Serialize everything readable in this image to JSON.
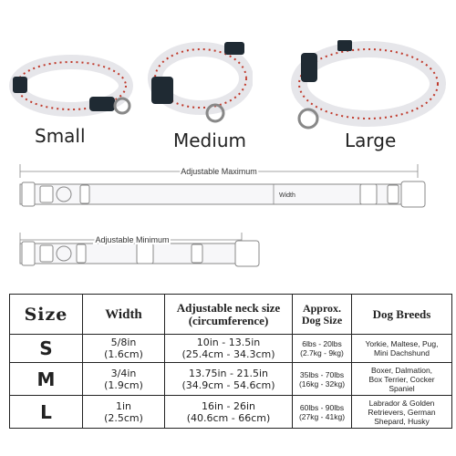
{
  "sizes": [
    {
      "label": "Small"
    },
    {
      "label": "Medium"
    },
    {
      "label": "Large"
    }
  ],
  "diagram": {
    "max_label": "Adjustable Maximum",
    "min_label": "Adjustable Minimum",
    "width_label": "Width"
  },
  "table": {
    "headers": {
      "size": "Size",
      "width": "Width",
      "neck_line1": "Adjustable neck size",
      "neck_line2": "(circumference)",
      "dog_line1": "Approx.",
      "dog_line2": "Dog Size",
      "breeds": "Dog Breeds"
    },
    "rows": [
      {
        "size": "S",
        "width_in": "5/8in",
        "width_cm": "(1.6cm)",
        "neck_in": "10in - 13.5in",
        "neck_cm": "(25.4cm - 34.3cm)",
        "dog_lbs": "6lbs - 20lbs",
        "dog_kg": "(2.7kg - 9kg)",
        "breeds_line1": "Yorkie, Maltese, Pug,",
        "breeds_line2": "Mini Dachshund",
        "breeds_line3": ""
      },
      {
        "size": "M",
        "width_in": "3/4in",
        "width_cm": "(1.9cm)",
        "neck_in": "13.75in - 21.5in",
        "neck_cm": "(34.9cm - 54.6cm)",
        "dog_lbs": "35lbs - 70lbs",
        "dog_kg": "(16kg - 32kg)",
        "breeds_line1": "Boxer, Dalmation,",
        "breeds_line2": "Box Terrier, Cocker",
        "breeds_line3": "Spaniel"
      },
      {
        "size": "L",
        "width_in": "1in",
        "width_cm": "(2.5cm)",
        "neck_in": "16in - 26in",
        "neck_cm": "(40.6cm - 66cm)",
        "dog_lbs": "60lbs - 90lbs",
        "dog_kg": "(27kg - 41kg)",
        "breeds_line1": "Labrador & Golden",
        "breeds_line2": "Retrievers, German",
        "breeds_line3": "Shepard, Husky"
      }
    ]
  },
  "colors": {
    "stitch": "#c0392b",
    "buckle": "#1f2a33",
    "webbing": "#f4f4f6",
    "outline": "#888888"
  }
}
